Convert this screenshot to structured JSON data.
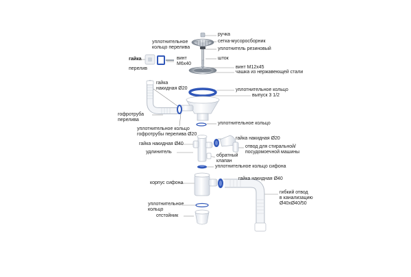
{
  "colors": {
    "part_fill": "#f3f5f8",
    "part_stroke": "#b7bec8",
    "ring_blue": "#2f56b8",
    "ring_light": "#eef2f8",
    "steel": "#9aa3ad",
    "leader": "#8a8a8a",
    "text": "#1a1a1a"
  },
  "labels": {
    "ruchka": "ручка",
    "setka": "сетка-мусоросборник",
    "uplotnitel_rez": "уплотнитель резиновый",
    "gayka_top": "гайка",
    "uplot_kolco_pereliva_1": "уплотнительное",
    "uplot_kolco_pereliva_2": "кольцо перелива",
    "vint_m6_1": "винт",
    "vint_m6_2": "M6x40",
    "shtok": "шток",
    "pereliv": "перелив",
    "vint_m12": "винт M12x45",
    "chashka": "чашка из нержавеющей стали",
    "gayka_nak20_l_1": "гайка",
    "gayka_nak20_l_2": "накидная Ø20",
    "uplot_kolco_mid": "уплотнительное кольцо",
    "vypusk": "выпуск 3 1/2",
    "gofro_1": "гофротруба",
    "gofro_2": "перелива",
    "uplot_kolco_small": "уплотнительное кольцо",
    "uplot_gofro_1": "уплотнительное кольцо",
    "uplot_gofro_2": "гофротрубы перелива Ø20",
    "gayka_nak20_r": "гайка накидная Ø20",
    "gayka_nak40_l": "гайка накидная Ø40",
    "otvod_1": "отвод для стиральной/",
    "otvod_2": "посудомоечной машины",
    "udlinitel": "удлинитель",
    "obratny_1": "обратный",
    "obratny_2": "клапан",
    "uplot_sifon": "уплотнительное кольцо сифона",
    "gayka_nak40_r": "гайка накидная Ø40",
    "korpus": "корпус сифона",
    "gibkiy_1": "гибкий отвод",
    "gibkiy_2": "в канализацию",
    "gibkiy_3": "Ø40xØ40/50",
    "uplot_bottom_1": "уплотнительное",
    "uplot_bottom_2": "кольцо",
    "otstoynik": "отстойник"
  }
}
